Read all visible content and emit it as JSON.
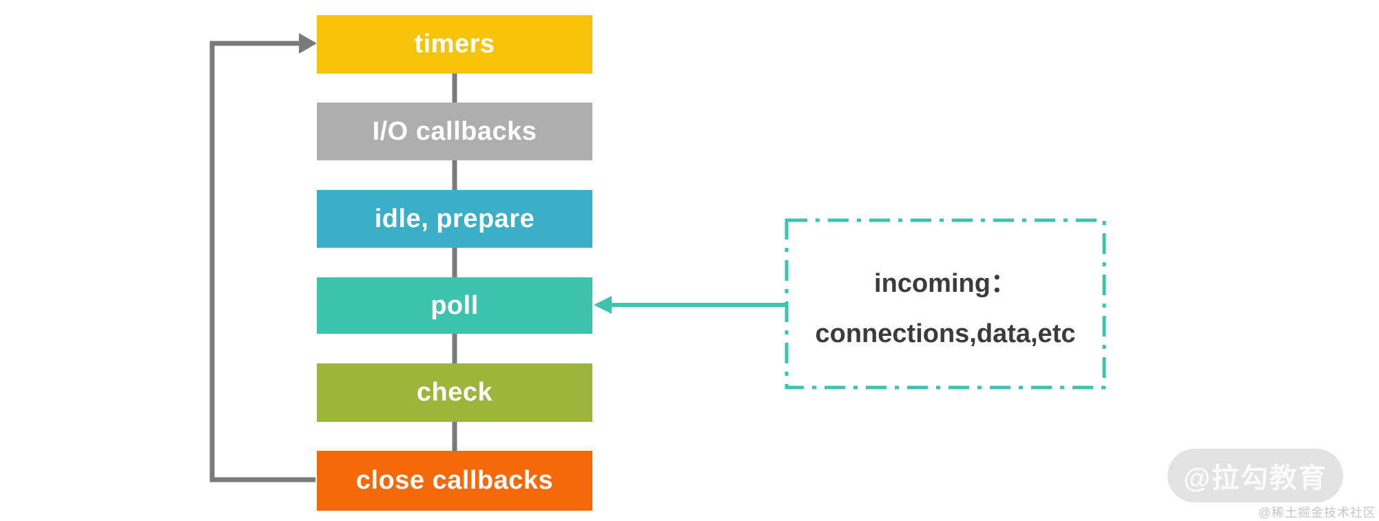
{
  "diagram": {
    "phases": [
      {
        "id": "timers",
        "label": "timers",
        "color": "#f5c40a"
      },
      {
        "id": "io-callbacks",
        "label": "I/O callbacks",
        "color": "#aeaeae"
      },
      {
        "id": "idle-prepare",
        "label": "idle, prepare",
        "color": "#3baec8"
      },
      {
        "id": "poll",
        "label": "poll",
        "color": "#3ec3ae"
      },
      {
        "id": "check",
        "label": "check",
        "color": "#9eb53c"
      },
      {
        "id": "close-callbacks",
        "label": "close callbacks",
        "color": "#f6690b"
      }
    ],
    "note": {
      "line1": "incoming：",
      "line2": "connections,data,etc",
      "border_color": "#3ec3ae",
      "text_color": "#3b3b3b"
    },
    "connector_color": "#7a7a7a",
    "incoming_arrow_color": "#3ec3ae"
  },
  "watermark": {
    "badge": "@拉勾教育",
    "credit": "@稀土掘金技术社区"
  }
}
